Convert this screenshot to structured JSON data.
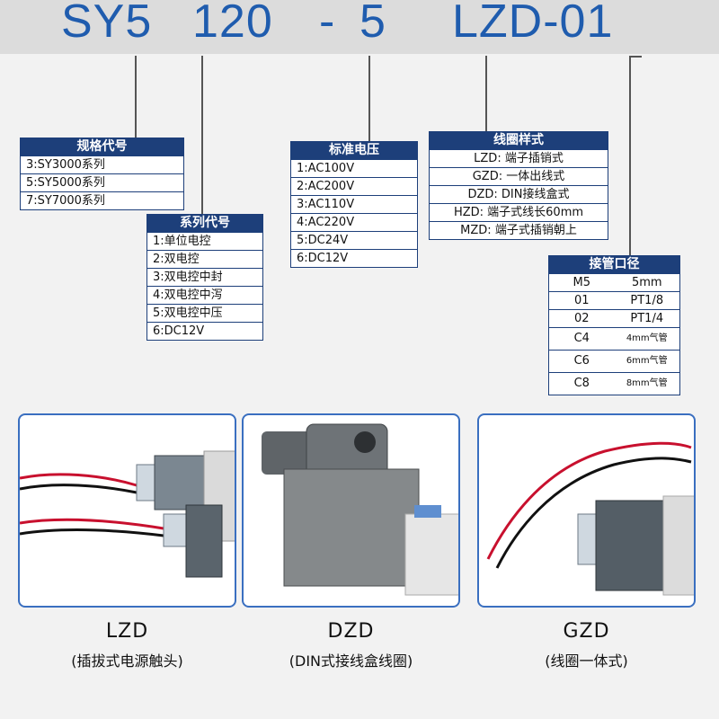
{
  "title": {
    "series": "SY5",
    "function": "120",
    "dash1": "-",
    "voltage": "5",
    "coil": "LZD-01"
  },
  "spec_code": {
    "header": "规格代号",
    "rows": [
      "3:SY3000系列",
      "5:SY5000系列",
      "7:SY7000系列"
    ]
  },
  "series_code": {
    "header": "系列代号",
    "rows": [
      "1:单位电控",
      "2:双电控",
      "3:双电控中封",
      "4:双电控中泻",
      "5:双电控中压",
      "6:DC12V"
    ]
  },
  "voltage": {
    "header": "标准电压",
    "rows": [
      "1:AC100V",
      "2:AC200V",
      "3:AC110V",
      "4:AC220V",
      "5:DC24V",
      "6:DC12V"
    ]
  },
  "coil_style": {
    "header": "线圈样式",
    "rows": [
      "LZD: 端子插销式",
      "GZD: 一体出线式",
      "DZD: DIN接线盒式",
      "HZD: 端子式线长60mm",
      "MZD: 端子式插销朝上"
    ]
  },
  "port": {
    "header": "接管口径",
    "rows": [
      {
        "code": "M5",
        "size": "5mm",
        "small": false
      },
      {
        "code": "01",
        "size": "PT1/8",
        "small": false
      },
      {
        "code": "02",
        "size": "PT1/4",
        "small": false
      },
      {
        "code": "C4",
        "size": "4mm气管",
        "small": true
      },
      {
        "code": "C6",
        "size": "6mm气管",
        "small": true
      },
      {
        "code": "C8",
        "size": "8mm气管",
        "small": true
      }
    ]
  },
  "photos": [
    {
      "code": "LZD",
      "desc": "(插拔式电源触头)"
    },
    {
      "code": "DZD",
      "desc": "(DIN式接线盒线圈)"
    },
    {
      "code": "GZD",
      "desc": "(线圈一体式)"
    }
  ],
  "colors": {
    "title_blue": "#1f5cae",
    "header_navy": "#1d3f7a",
    "photo_border": "#3a6fc0",
    "wire_red": "#c8102e"
  }
}
